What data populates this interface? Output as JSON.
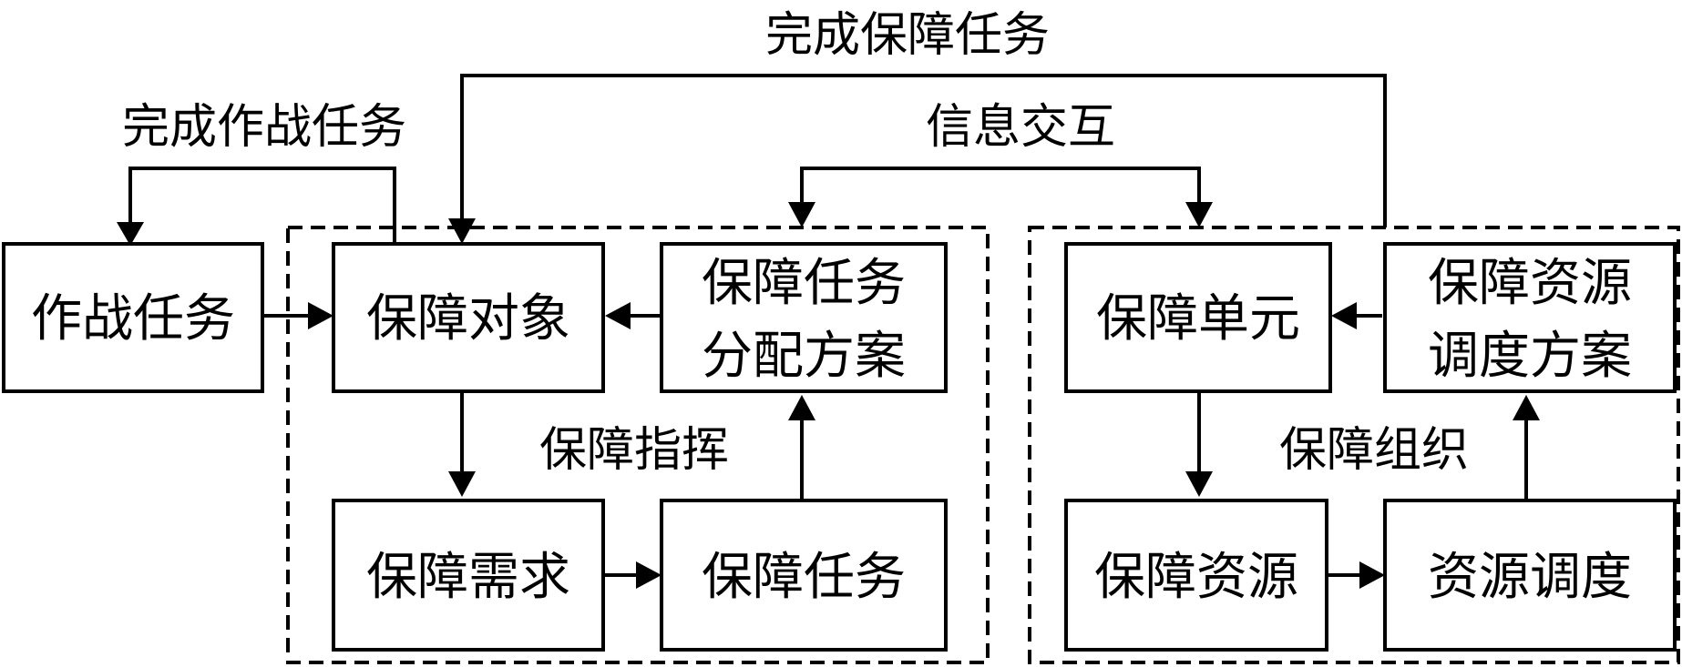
{
  "boxes": {
    "combat_task": "作战任务",
    "support_object": "保障对象",
    "task_plan_line1": "保障任务",
    "task_plan_line2": "分配方案",
    "support_demand": "保障需求",
    "support_task": "保障任务",
    "support_unit": "保障单元",
    "resource_plan_line1": "保障资源",
    "resource_plan_line2": "调度方案",
    "support_resource": "保障资源",
    "resource_scheduling": "资源调度"
  },
  "labels": {
    "complete_support_task": "完成保障任务",
    "complete_combat_task": "完成作战任务",
    "info_interaction": "信息交互",
    "support_command": "保障指挥",
    "support_organization": "保障组织"
  }
}
